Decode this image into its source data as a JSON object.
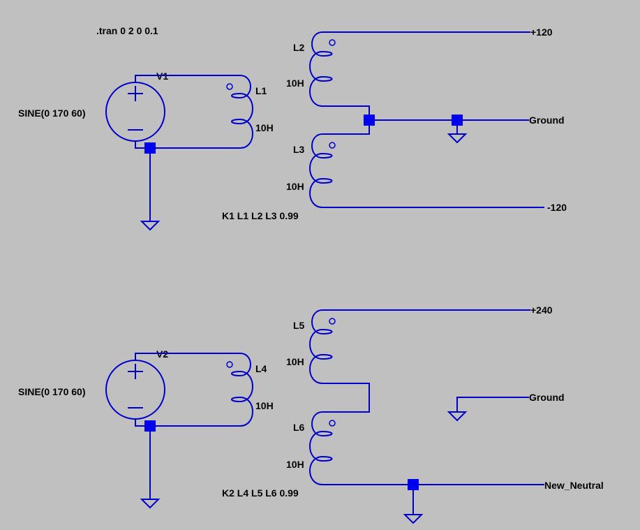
{
  "directive": ".tran 0 2 0 0.1",
  "circuit1": {
    "source": {
      "name": "V1",
      "value": "SINE(0 170 60)"
    },
    "primary": {
      "name": "L1",
      "value": "10H"
    },
    "secondary_top": {
      "name": "L2",
      "value": "10H"
    },
    "secondary_bottom": {
      "name": "L3",
      "value": "10H"
    },
    "coupling": "K1 L1 L2 L3 0.99",
    "nets": {
      "top": "+120",
      "middle": "Ground",
      "bottom": "-120"
    }
  },
  "circuit2": {
    "source": {
      "name": "V2",
      "value": "SINE(0 170 60)"
    },
    "primary": {
      "name": "L4",
      "value": "10H"
    },
    "secondary_top": {
      "name": "L5",
      "value": "10H"
    },
    "secondary_bottom": {
      "name": "L6",
      "value": "10H"
    },
    "coupling": "K2 L4 L5 L6 0.99",
    "nets": {
      "top": "+240",
      "middle": "Ground",
      "bottom": "New_Neutral"
    }
  },
  "colors": {
    "background": "#c0c0c0",
    "wire": "#0000cc",
    "junction": "#0000ee",
    "text": "#000000"
  },
  "icons": {
    "source_plus": "plus-sign",
    "source_minus": "minus-sign",
    "ground": "ground-icon"
  }
}
